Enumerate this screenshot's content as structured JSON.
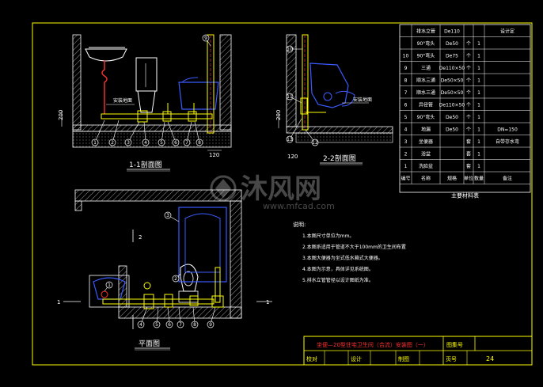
{
  "views": {
    "section11": {
      "title": "1-1剖面图",
      "dim_left": "200",
      "dim_bottom": "120",
      "label_tag": "安装地面",
      "callouts": [
        "1",
        "2",
        "3",
        "4",
        "5",
        "6",
        "7",
        "8",
        "9"
      ]
    },
    "section22": {
      "title": "2-2剖面图",
      "dim_left": "200",
      "dim_bottom": "120",
      "label_tag": "安装地面",
      "callouts": [
        "10",
        "11",
        "12",
        "13"
      ]
    },
    "plan": {
      "title": "平面图",
      "section_marks": [
        "1",
        "1",
        "2",
        "2"
      ],
      "callouts": [
        "1",
        "2",
        "3",
        "4",
        "5",
        "6",
        "7",
        "8",
        "9"
      ]
    }
  },
  "notes": {
    "heading": "说明:",
    "items": [
      "1.本图尺寸单位为mm。",
      "2.本图系适用于管道不大于100mm的卫生间布置",
      "3.本图大便器为坐式低水箱式大便器。",
      "4.本图为示意，具体详见系统图。",
      "5.排水立管管径以设计图纸为准。"
    ]
  },
  "bom": {
    "headers": [
      "编号",
      "名称",
      "规格",
      "单位",
      "数量",
      "备注"
    ],
    "rows": [
      {
        "no": "",
        "name": "排水立管",
        "spec": "De110",
        "unit": "",
        "qty": "",
        "note": "设计定"
      },
      {
        "no": "",
        "name": "90°弯头",
        "spec": "De50",
        "unit": "个",
        "qty": "1",
        "note": ""
      },
      {
        "no": "10",
        "name": "90°弯头",
        "spec": "De75",
        "unit": "个",
        "qty": "1",
        "note": ""
      },
      {
        "no": "9",
        "name": "三通",
        "spec": "De110×50",
        "unit": "个",
        "qty": "1",
        "note": ""
      },
      {
        "no": "8",
        "name": "顺水三通",
        "spec": "De50×50",
        "unit": "个",
        "qty": "1",
        "note": ""
      },
      {
        "no": "7",
        "name": "顺水三通",
        "spec": "De50×50",
        "unit": "个",
        "qty": "1",
        "note": ""
      },
      {
        "no": "6",
        "name": "异径管",
        "spec": "De110×50",
        "unit": "个",
        "qty": "1",
        "note": ""
      },
      {
        "no": "5",
        "name": "90°弯头",
        "spec": "De50",
        "unit": "个",
        "qty": "1",
        "note": ""
      },
      {
        "no": "4",
        "name": "地漏",
        "spec": "De50",
        "unit": "个",
        "qty": "1",
        "note": "DN=150"
      },
      {
        "no": "3",
        "name": "坐便器",
        "spec": "",
        "unit": "套",
        "qty": "1",
        "note": "自带存水弯"
      },
      {
        "no": "2",
        "name": "浴盆",
        "spec": "",
        "unit": "套",
        "qty": "1",
        "note": ""
      },
      {
        "no": "1",
        "name": "洗脸盆",
        "spec": "",
        "unit": "套",
        "qty": "1",
        "note": ""
      }
    ],
    "footer": "主要材料表"
  },
  "title_block": {
    "drawing_title": "坐便—20型住宅卫生间（合流）安装图（一）",
    "atlas_label": "图集号",
    "review_label": "校对",
    "design_label": "设计",
    "draw_label": "制图",
    "page_label": "页号",
    "page_number": "24"
  },
  "watermark": {
    "brand": "沐风网",
    "url": "www.mfcad.com"
  }
}
